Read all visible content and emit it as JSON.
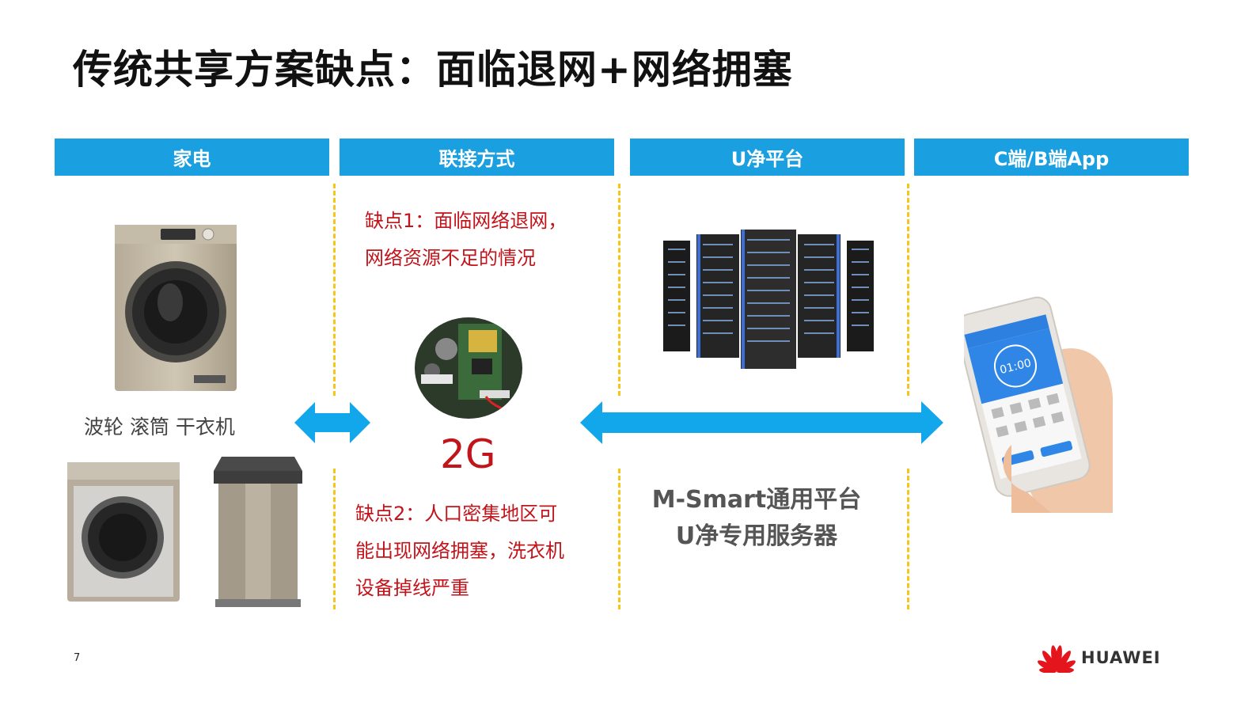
{
  "slide": {
    "title": "传统共享方案缺点：面临退网+网络拥塞",
    "page_number": "7"
  },
  "columns": [
    {
      "label": "家电"
    },
    {
      "label": "联接方式"
    },
    {
      "label": "U净平台"
    },
    {
      "label": "C端/B端App"
    }
  ],
  "appliances": {
    "caption": "波轮 滚筒 干衣机"
  },
  "connection": {
    "defect1_line1": "缺点1：面临网络退网，",
    "defect1_line2": "网络资源不足的情况",
    "module_label": "2G",
    "defect2_line1": "缺点2：人口密集地区可",
    "defect2_line2": "能出现网络拥塞，洗衣机",
    "defect2_line3": "设备掉线严重"
  },
  "platform": {
    "line1": "M-Smart通用平台",
    "line2": "U净专用服务器"
  },
  "app": {
    "timer": "01:00"
  },
  "brand": {
    "name": "HUAWEI"
  },
  "colors": {
    "header_bg": "#1a9fe0",
    "divider": "#f5c518",
    "defect_text": "#c1141b",
    "arrow": "#12a6ea"
  }
}
